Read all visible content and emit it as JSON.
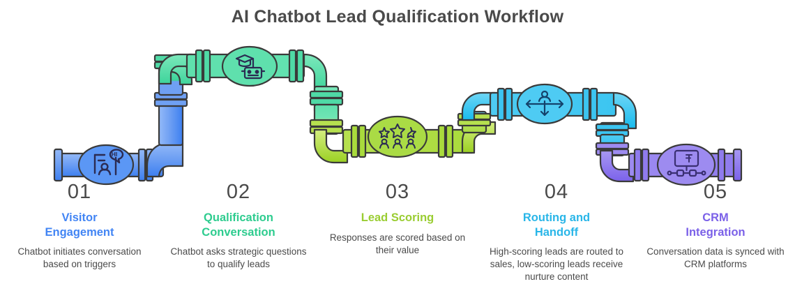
{
  "header": {
    "title": "AI Chatbot Lead Qualification Workflow"
  },
  "diagram": {
    "type": "pipeline-workflow",
    "orientation": "horizontal-zigzag",
    "background": "#ffffff",
    "pipe_outline_color": "#3a3a3a",
    "end_caps": [
      "left-flange",
      "right-flange"
    ]
  },
  "steps": [
    {
      "number": "01",
      "title": "Visitor Engagement",
      "title_line1": "Visitor",
      "title_line2": "Engagement",
      "description": "Chatbot initiates conversation based on triggers",
      "color": "#4285F4",
      "pipe_color_start": "#7aa7f5",
      "pipe_color_end": "#3d7ff0",
      "icon": "person-hi-speech-bubble-icon",
      "icon_label": "HI"
    },
    {
      "number": "02",
      "title": "Qualification Conversation",
      "title_line1": "Qualification",
      "title_line2": "Conversation",
      "description": "Chatbot asks strategic questions to qualify leads",
      "color": "#2ECC8F",
      "pipe_color_start": "#7ce8bb",
      "pipe_color_end": "#2fd18f",
      "icon": "graduation-cap-robot-icon"
    },
    {
      "number": "03",
      "title": "Lead Scoring",
      "title_line1": "Lead Scoring",
      "title_line2": "",
      "description": "Responses are scored based on their value",
      "color": "#9ACD32",
      "pipe_color_start": "#d4ee80",
      "pipe_color_end": "#9bd023",
      "icon": "stars-rating-people-icon"
    },
    {
      "number": "04",
      "title": "Routing and Handoff",
      "title_line1": "Routing and",
      "title_line2": "Handoff",
      "description": "High-scoring leads are routed to sales, low-scoring leads receive nurture content",
      "color": "#29B6E8",
      "pipe_color_start": "#6fd6f5",
      "pipe_color_end": "#18bbee",
      "icon": "person-directional-arrows-icon"
    },
    {
      "number": "05",
      "title": "CRM Integration",
      "title_line1": "CRM",
      "title_line2": "Integration",
      "description": "Conversation data is synced with CRM platforms",
      "color": "#7B61E8",
      "pipe_color_start": "#a898f2",
      "pipe_color_end": "#7b62ea",
      "icon": "crm-screen-nodes-icon"
    }
  ]
}
